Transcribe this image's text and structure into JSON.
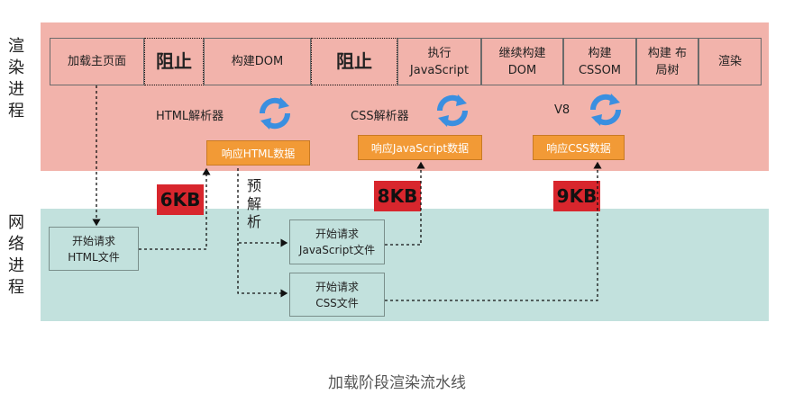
{
  "side_labels": {
    "render": [
      "渲",
      "染",
      "进",
      "程"
    ],
    "network": [
      "网",
      "络",
      "进",
      "程"
    ]
  },
  "stages": [
    {
      "label": "加载主页面",
      "style": "solid"
    },
    {
      "label": "阻止",
      "style": "dotted-big"
    },
    {
      "label": "构建DOM",
      "style": "solid"
    },
    {
      "label": "阻止",
      "style": "dotted-big"
    },
    {
      "label": "执行 JavaScript",
      "style": "solid"
    },
    {
      "label": "继续构建 DOM",
      "style": "solid"
    },
    {
      "label": "构建 CSSOM",
      "style": "solid"
    },
    {
      "label": "构建 布局树",
      "style": "solid"
    },
    {
      "label": "渲染",
      "style": "solid"
    }
  ],
  "parsers": {
    "html": "HTML解析器",
    "css": "CSS解析器",
    "v8": "V8"
  },
  "responses": {
    "html": "响应HTML数据",
    "js": "响应JavaScript数据",
    "css": "响应CSS数据"
  },
  "sizes": {
    "html": "6KB",
    "js": "8KB",
    "css": "9KB"
  },
  "preparse": [
    "预",
    "解",
    "析"
  ],
  "requests": {
    "html": "开始请求 HTML文件",
    "js": "开始请求 JavaScript文件",
    "css": "开始请求 CSS文件"
  },
  "caption": "加载阶段渲染流水线",
  "colors": {
    "render_band": "#f2b3ab",
    "network_band": "#c2e1dd",
    "response": "#f29a36",
    "size_badge": "#d8262d",
    "refresh_icon": "#3a8fe0"
  },
  "icons": [
    "refresh-icon",
    "refresh-icon",
    "refresh-icon"
  ]
}
